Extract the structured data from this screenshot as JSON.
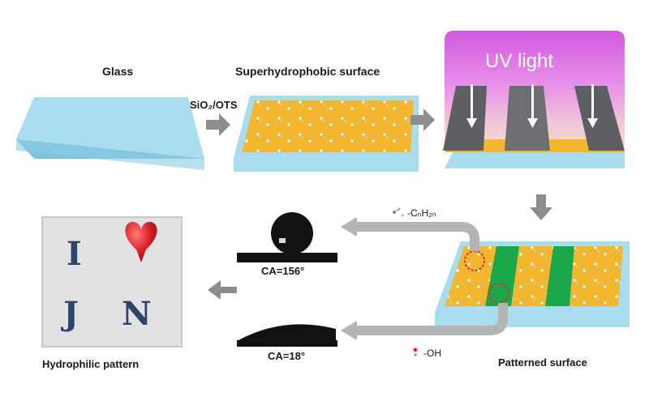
{
  "labels": {
    "glass": "Glass",
    "superhydrophobic": "Superhydrophobic surface",
    "coating": "SiO₂/OTS",
    "uv_light": "UV light",
    "patterned": "Patterned surface",
    "hydrophilic_pattern": "Hydrophilic pattern",
    "ca_hydrophobic": "CA=156°",
    "ca_hydrophilic": "CA=18°",
    "alkyl_group": "-CₙH₂ₙ",
    "hydroxyl_group": "-OH",
    "pattern_letters": [
      "I",
      "J",
      "N"
    ]
  },
  "colors": {
    "glass": "#a9dcee",
    "glass_edge": "#7ec3de",
    "coating": "#f2b72e",
    "uv_glow": "#e27ce8",
    "mask": "#6e6e72",
    "hydrophilic_stripe": "#1aa84a",
    "flow_arrow": "#a8a8a8",
    "letters": "#2e4468",
    "heart": "#d8232a"
  }
}
